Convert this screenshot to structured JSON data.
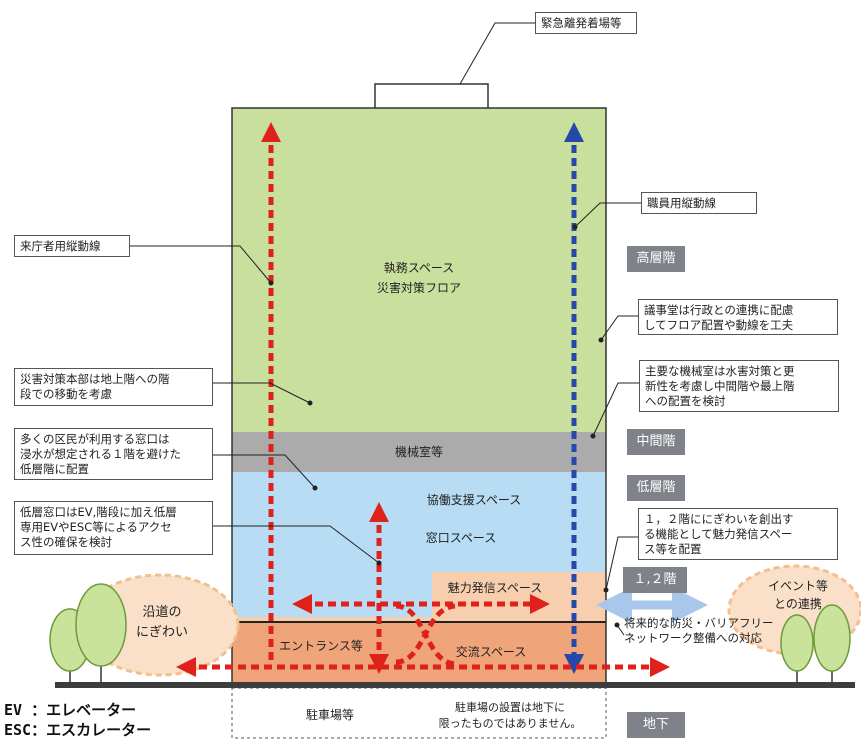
{
  "notes": {
    "heliport": "緊急離発着場等",
    "staff_route": "職員用縦動線",
    "visitor_route": "来庁者用縦動線",
    "assembly": "議事堂は行政との連携に配慮\nしてフロア配置や動線を工夫",
    "machine_room": "主要な機械室は水害対策と更\n新性を考慮し中間階や最上階\nへの配置を検討",
    "disaster_hq": "災害対策本部は地上階への階\n段での移動を考慮",
    "counter": "多くの区民が利用する窓口は\n浸水が想定される１階を避けた\n低層階に配置",
    "ev_access": "低層窓口はEV,階段に加え低層\n専用EVやESC等によるアクセ\nス性の確保を検討",
    "bustle": "１，２階ににぎわいを創出す\nる機能として魅力発信スペー\nス等を配置",
    "disaster_net": "将来的な防災・バリアフリー\nネットワーク整備への対応"
  },
  "zones": {
    "office": "執務スペース",
    "disaster_floor": "災害対策フロア",
    "machine": "機械室等",
    "support": "協働支援スペース",
    "window": "窓口スペース",
    "appeal": "魅力発信スペース",
    "entrance": "エントランス等",
    "exchange": "交流スペース",
    "parking": "駐車場等",
    "parking_note_1": "駐車場の設置は地下に",
    "parking_note_2": "限ったものではありません。"
  },
  "floors": {
    "high": "高層階",
    "middle": "中間階",
    "low": "低層階",
    "first_second": "１,２階",
    "basement": "地下"
  },
  "outside": {
    "street_1": "沿道の",
    "street_2": "にぎわい",
    "event_1": "イベント等",
    "event_2": "との連携"
  },
  "legend": {
    "ev": "EV ：エレベーター",
    "esc": "ESC：エスカレーター"
  },
  "colors": {
    "office": "#c9df9e",
    "machine": "#ababab",
    "support": "#b7dcf3",
    "appeal": "#f7cfae",
    "entrance": "#efa47a",
    "visitor_arrow": "#e0201a",
    "staff_arrow": "#2648a8",
    "floor_tag": "#7f8289"
  }
}
